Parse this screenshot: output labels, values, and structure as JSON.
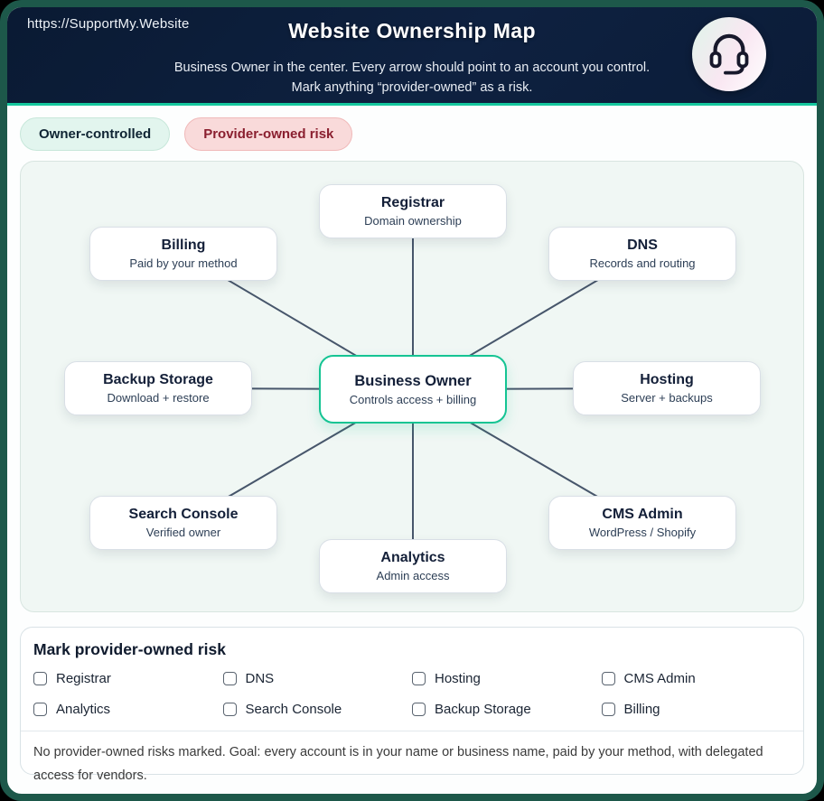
{
  "header": {
    "url": "https://SupportMy.Website",
    "title": "Website Ownership Map",
    "subtitle_line1": "Business Owner in the center. Every arrow should point to an account you control.",
    "subtitle_line2": "Mark anything “provider-owned” as a risk."
  },
  "legend": {
    "owner_label": "Owner-controlled",
    "risk_label": "Provider-owned risk"
  },
  "diagram": {
    "center": {
      "title": "Business Owner",
      "subtitle": "Controls access + billing"
    },
    "nodes": [
      {
        "title": "Registrar",
        "subtitle": "Domain ownership"
      },
      {
        "title": "Billing",
        "subtitle": "Paid by your method"
      },
      {
        "title": "DNS",
        "subtitle": "Records and routing"
      },
      {
        "title": "Backup Storage",
        "subtitle": "Download + restore"
      },
      {
        "title": "Hosting",
        "subtitle": "Server + backups"
      },
      {
        "title": "Search Console",
        "subtitle": "Verified owner"
      },
      {
        "title": "CMS Admin",
        "subtitle": "WordPress / Shopify"
      },
      {
        "title": "Analytics",
        "subtitle": "Admin access"
      }
    ]
  },
  "risk_panel": {
    "heading": "Mark provider-owned risk",
    "items": [
      "Registrar",
      "DNS",
      "Hosting",
      "CMS Admin",
      "Analytics",
      "Search Console",
      "Backup Storage",
      "Billing"
    ],
    "status": "No provider-owned risks marked. Goal: every account is in your name or business name, paid by your method, with delegated access for vendors."
  },
  "colors": {
    "accent_teal": "#15c79d",
    "center_border": "#15c493",
    "header_bg": "#0e2140",
    "frame_border": "#1d584a",
    "owner_pill_bg": "#e2f5ee",
    "risk_pill_bg": "#f9dada",
    "risk_text": "#8a1f2f",
    "connector_line": "#47566b",
    "map_bg": "#f0f7f4"
  }
}
